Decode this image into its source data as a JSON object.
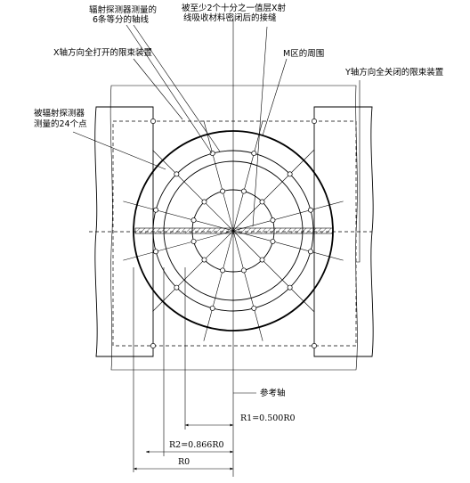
{
  "labels": {
    "axes_lines": "辐射探测器测量的6条等分的轴线",
    "x_open": "X轴方向全打开的限束装置",
    "seam": "被至少2个十分之一值层X射线吸收材料密闭后的接缝",
    "m_region": "M区的周围",
    "y_closed": "Y轴方向全关闭的限束装置",
    "points_24": "被辐射探测器测量的24个点",
    "ref_axis": "参考轴",
    "r1": "R1=0.500R0",
    "r2": "R2=0.866R0",
    "r0": "R0"
  }
}
